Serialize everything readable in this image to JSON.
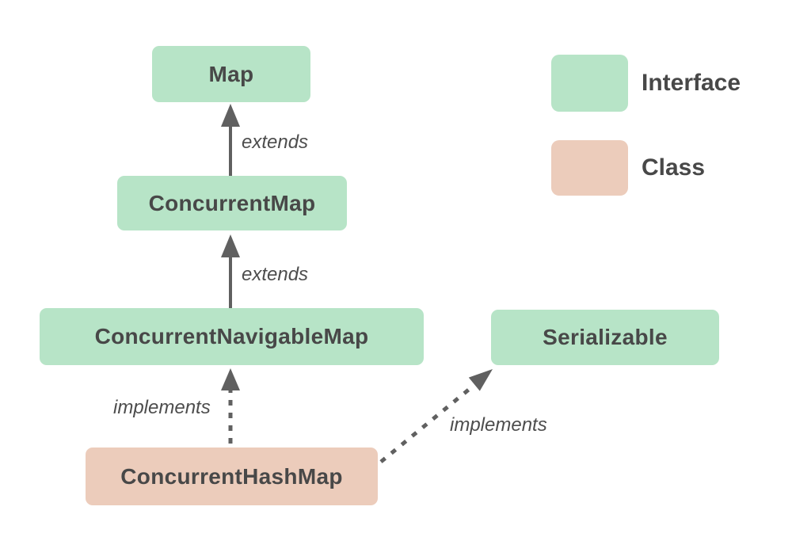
{
  "diagram": {
    "nodes": [
      {
        "label": "Map",
        "type": "interface"
      },
      {
        "label": "ConcurrentMap",
        "type": "interface"
      },
      {
        "label": "ConcurrentNavigableMap",
        "type": "interface"
      },
      {
        "label": "Serializable",
        "type": "interface"
      },
      {
        "label": "ConcurrentHashMap",
        "type": "class"
      }
    ],
    "edges": [
      {
        "from": "ConcurrentMap",
        "to": "Map",
        "label": "extends",
        "line": "solid"
      },
      {
        "from": "ConcurrentNavigableMap",
        "to": "ConcurrentMap",
        "label": "extends",
        "line": "solid"
      },
      {
        "from": "ConcurrentHashMap",
        "to": "ConcurrentNavigableMap",
        "label": "implements",
        "line": "dashed"
      },
      {
        "from": "ConcurrentHashMap",
        "to": "Serializable",
        "label": "implements",
        "line": "dashed"
      }
    ],
    "legend": {
      "items": [
        {
          "label": "Interface",
          "color": "#b7e4c7"
        },
        {
          "label": "Class",
          "color": "#ecccbb"
        }
      ]
    },
    "colors": {
      "interface_fill": "#b7e4c7",
      "class_fill": "#ecccbb",
      "arrow": "#606060",
      "label_text": "#484848"
    }
  }
}
